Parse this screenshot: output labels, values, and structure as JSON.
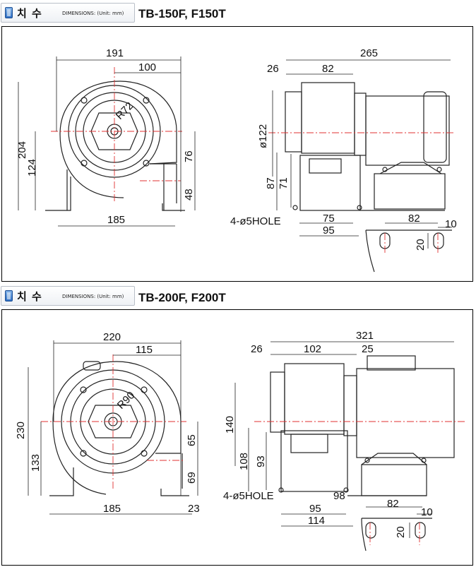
{
  "sections": [
    {
      "tab_title": "치 수",
      "tab_subtitle": "DIMENSIONS: (Unit: mm)",
      "model": "TB-150F, F150T",
      "front": {
        "w_total": "191",
        "w_half": "100",
        "h_total": "204",
        "h_center": "124",
        "h_outlet": "76",
        "h_base": "48",
        "w_base": "185",
        "radius": "R72"
      },
      "side": {
        "len_total": "265",
        "len_front": "26",
        "len_housing": "82",
        "dia": "ø122",
        "h_outlet": "87",
        "h_inner": "71",
        "w_base1": "75",
        "w_base2": "95",
        "hole_note": "4-ø5HOLE",
        "slot_w": "82",
        "slot_off": "10",
        "slot_h": "20"
      }
    },
    {
      "tab_title": "치 수",
      "tab_subtitle": "DIMENSIONS: (Unit: mm)",
      "model": "TB-200F, F200T",
      "front": {
        "w_total": "220",
        "w_half": "115",
        "h_total": "230",
        "h_center": "133",
        "h_outlet": "65",
        "h_base": "69",
        "w_base": "185",
        "w_edge": "23",
        "radius": "R90"
      },
      "side": {
        "len_total": "321",
        "len_front": "26",
        "len_housing": "102",
        "len_motor": "25",
        "h_top": "140",
        "h_outlet": "108",
        "h_inner": "93",
        "w_base1": "95",
        "w_base2": "114",
        "w_base3": "98",
        "hole_note": "4-ø5HOLE",
        "slot_w": "82",
        "slot_off": "10",
        "slot_h": "20"
      }
    }
  ]
}
